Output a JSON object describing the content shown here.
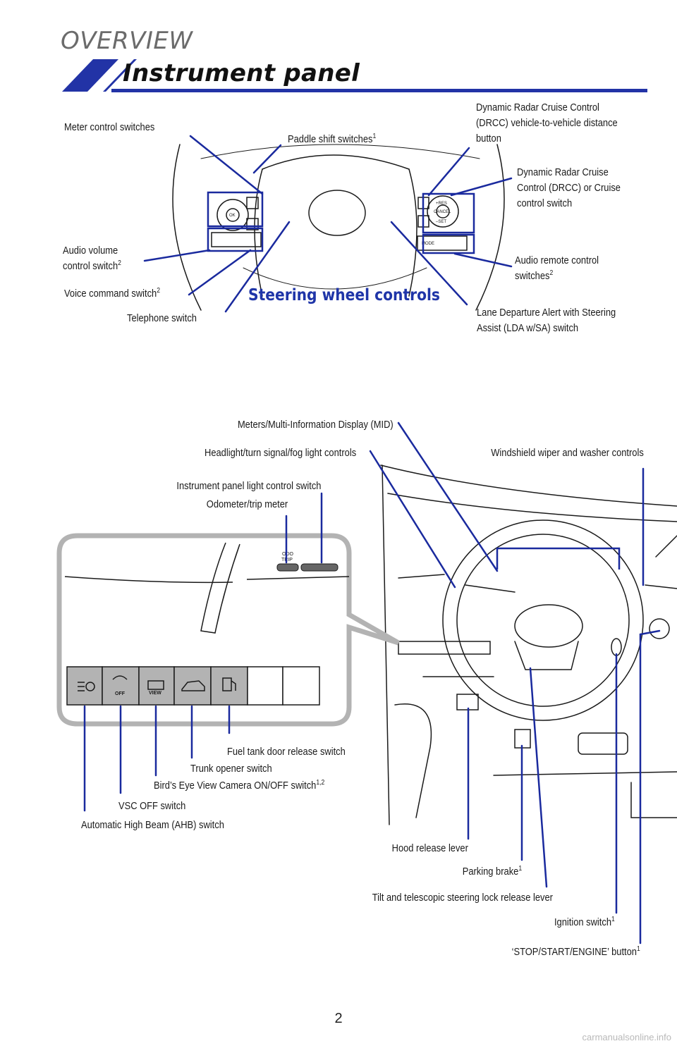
{
  "header": {
    "section": "OVERVIEW",
    "title": "Instrument panel"
  },
  "steering": {
    "caption": "Steering wheel controls",
    "labels": {
      "meter_control": "Meter control switches",
      "paddle_shift": "Paddle shift switches",
      "paddle_shift_sup": "1",
      "drcc_distance": [
        "Dynamic Radar Cruise Control",
        "(DRCC) vehicle-to-vehicle distance",
        "button"
      ],
      "drcc_switch": [
        "Dynamic Radar Cruise",
        "Control (DRCC) or Cruise",
        "control switch"
      ],
      "audio_volume": [
        "Audio volume",
        "control switch"
      ],
      "audio_volume_sup": "2",
      "audio_remote": [
        "Audio remote control",
        "switches"
      ],
      "audio_remote_sup": "2",
      "voice_command": "Voice command switch",
      "voice_command_sup": "2",
      "telephone": "Telephone switch",
      "lda": [
        "Lane Departure Alert with Steering",
        "Assist (LDA w/SA) switch"
      ]
    },
    "button_text": {
      "ok": "OK",
      "res": "+RES",
      "cancel": "CANCEL",
      "set": "–SET",
      "mode": "MODE"
    }
  },
  "dashboard": {
    "labels": {
      "mid": "Meters/Multi-Information Display (MID)",
      "headlight": "Headlight/turn signal/fog light controls",
      "wiper": "Windshield wiper and washer controls",
      "panel_light": "Instrument panel light control switch",
      "odometer": "Odometer/trip meter",
      "fuel_door": "Fuel tank door release switch",
      "trunk": "Trunk opener switch",
      "birds_eye": "Bird’s Eye View Camera ON/OFF switch",
      "birds_eye_sup": "1,2",
      "vsc_off": "VSC OFF switch",
      "ahb": "Automatic High Beam (AHB) switch",
      "hood": "Hood release lever",
      "parking_brake": "Parking brake",
      "parking_brake_sup": "1",
      "tilt": "Tilt and telescopic steering lock release lever",
      "ignition": "Ignition switch",
      "ignition_sup": "1",
      "stop_start": "‘STOP/START/ENGINE’ button",
      "stop_start_sup": "1"
    },
    "inset_text": {
      "odo": "ODO",
      "trip": "TRIP",
      "off": "OFF",
      "view": "VIEW"
    }
  },
  "footer": {
    "page_number": "2",
    "watermark": "carmanualsonline.info"
  },
  "colors": {
    "accent": "#1f35a8",
    "banner_blue": "#2233a6",
    "leader": "#1a2a9e",
    "line_art": "#1a1a1a",
    "inset_fill": "#b3b3b3"
  }
}
